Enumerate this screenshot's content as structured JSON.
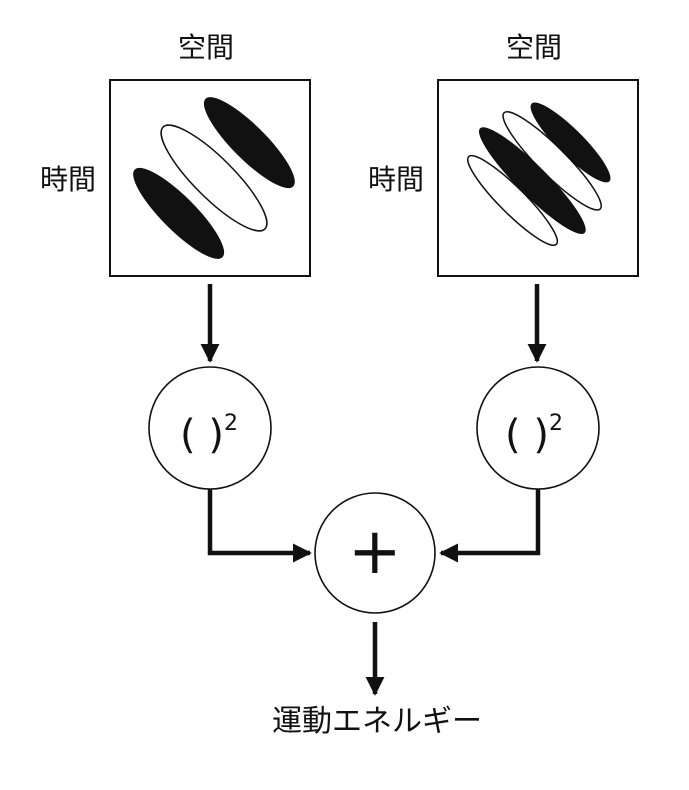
{
  "left_filter": {
    "space_label": "空間",
    "time_label": "時間"
  },
  "right_filter": {
    "space_label": "空間",
    "time_label": "時間"
  },
  "square_op": {
    "paren": "( )",
    "exponent": "2"
  },
  "sum_op": {
    "symbol": "+"
  },
  "output_label": "運動エネルギー",
  "colors": {
    "ink": "#111111",
    "background": "#ffffff"
  },
  "icons": [
    "arrow-down-icon",
    "arrow-right-icon",
    "arrow-left-icon"
  ]
}
